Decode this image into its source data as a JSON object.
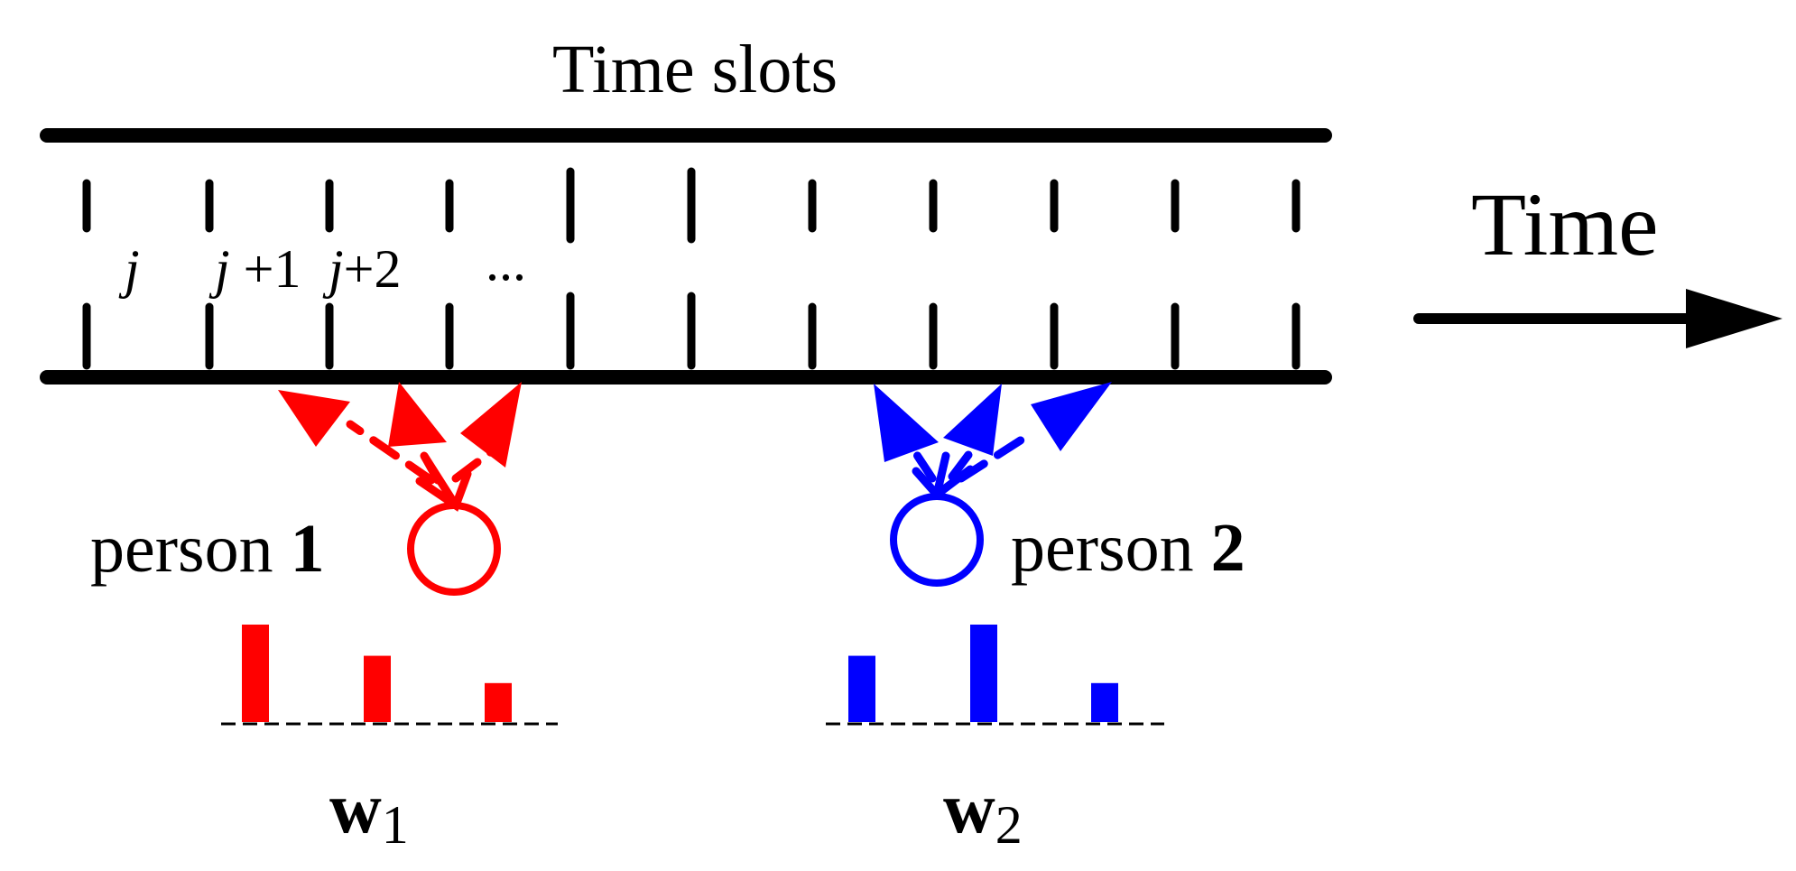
{
  "labels": {
    "title": "Time slots",
    "time": "Time",
    "slot_j": "j",
    "slot_j1_j": "j",
    "slot_j1_rest": " +1",
    "slot_j2_j": "j",
    "slot_j2_rest": "+2",
    "ellipsis": "..."
  },
  "persons": [
    {
      "name_text": "person ",
      "number": "1",
      "weight_symbol": "w",
      "weight_subscript": "1",
      "color": "#ff0000",
      "weights": [
        1.0,
        0.68,
        0.4
      ]
    },
    {
      "name_text": "person ",
      "number": "2",
      "weight_symbol": "w",
      "weight_subscript": "2",
      "color": "#0000ff",
      "weights": [
        0.68,
        1.0,
        0.4
      ]
    }
  ],
  "colors": {
    "line": "#000000",
    "person1": "#ff0000",
    "person2": "#0000ff"
  }
}
